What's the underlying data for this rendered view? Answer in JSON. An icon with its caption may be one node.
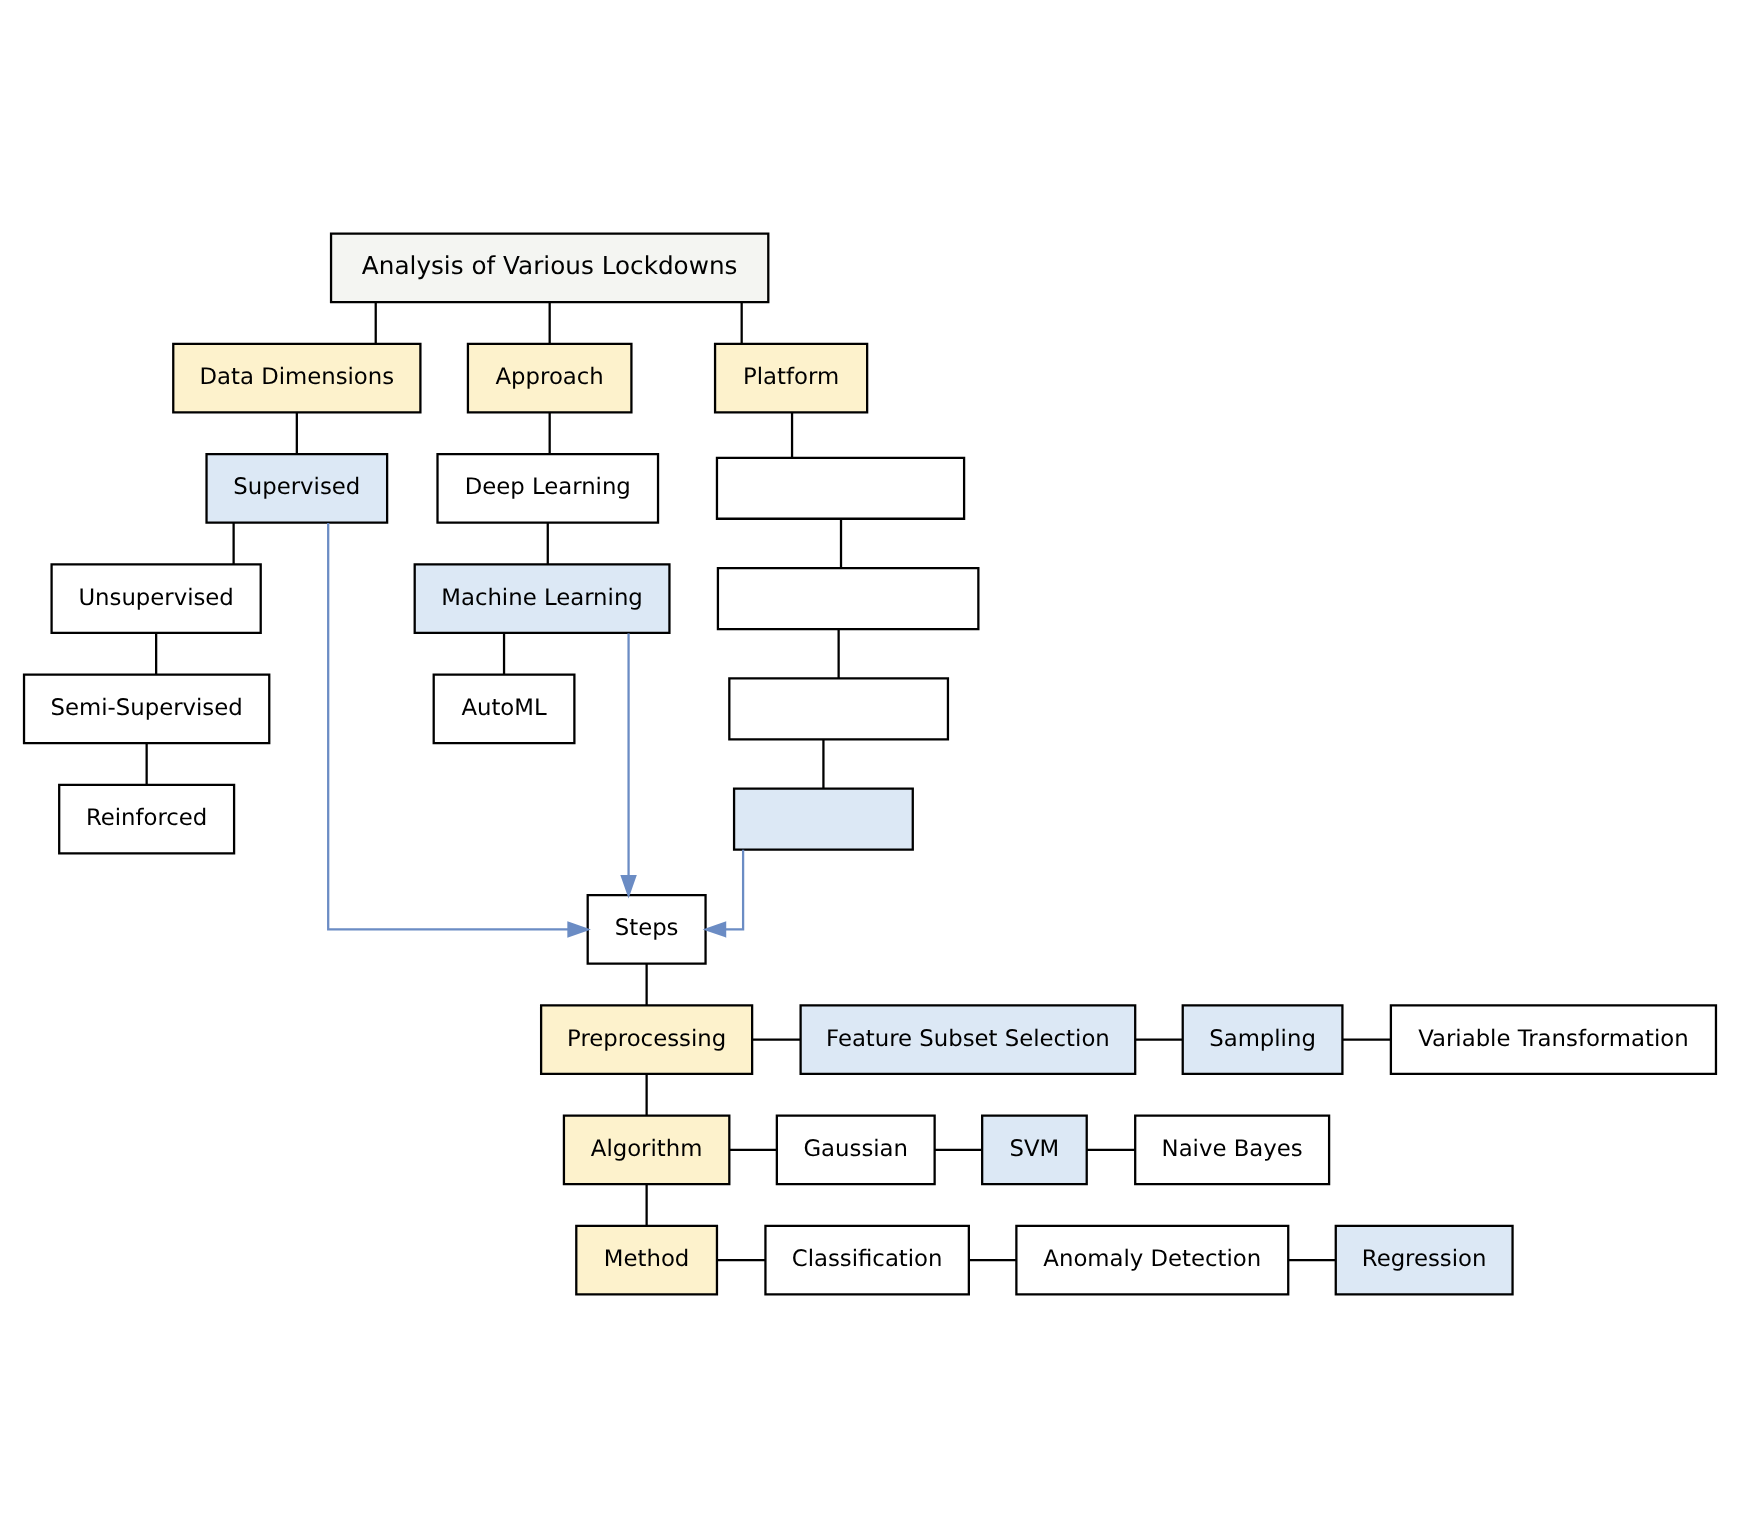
{
  "diagram": {
    "nodes": [
      {
        "text": [
          "Analysis of Various Lockdowns"
        ]
      },
      {
        "text": [
          "Data Dimensions"
        ]
      },
      {
        "text": [
          "Approach"
        ]
      },
      {
        "text": [
          "Platform"
        ]
      },
      {
        "text": [
          "Supervised"
        ]
      },
      {
        "text": [
          "Unsupervised"
        ]
      },
      {
        "text": [
          "Semi-Supervised"
        ]
      },
      {
        "text": [
          "Reinforced"
        ]
      },
      {
        "text": [
          "Deep Learning"
        ]
      },
      {
        "text": [
          "Machine Learning"
        ]
      },
      {
        "text": [
          "AutoML"
        ]
      },
      {
        "text": [],
        "shape": "box"
      },
      {
        "text": [],
        "shape": "box"
      },
      {
        "text": [],
        "shape": "box"
      },
      {
        "text": [],
        "shape": "box"
      },
      {
        "text": [
          "Steps"
        ]
      },
      {
        "text": [
          "Preprocessing"
        ]
      },
      {
        "text": [
          "Feature Subset Selection"
        ]
      },
      {
        "text": [
          "Sampling"
        ]
      },
      {
        "text": [
          "Variable Transformation"
        ]
      },
      {
        "text": [
          "Algorithm"
        ]
      },
      {
        "text": [
          "Gaussian"
        ]
      },
      {
        "text": [
          "SVM"
        ]
      },
      {
        "text": [
          "Naive Bayes"
        ]
      },
      {
        "text": [
          "Method"
        ]
      },
      {
        "text": [
          "Classification"
        ]
      },
      {
        "text": [
          "Anomaly Detection"
        ]
      },
      {
        "text": [
          "Regression"
        ]
      }
    ],
    "edges": [
      {
        "from": 0,
        "to": 1,
        "arrow": "none"
      },
      {
        "from": 0,
        "to": 2,
        "arrow": "none"
      },
      {
        "from": 0,
        "to": 3,
        "arrow": "none"
      },
      {
        "from": 1,
        "to": 4,
        "arrow": "none"
      },
      {
        "from": 4,
        "to": 5,
        "arrow": "none"
      },
      {
        "from": 5,
        "to": 6,
        "arrow": "none"
      },
      {
        "from": 6,
        "to": 7,
        "arrow": "none"
      },
      {
        "from": 2,
        "to": 8,
        "arrow": "none"
      },
      {
        "from": 8,
        "to": 9,
        "arrow": "none"
      },
      {
        "from": 9,
        "to": 10,
        "arrow": "none"
      },
      {
        "from": 3,
        "to": 11,
        "arrow": "none"
      },
      {
        "from": 11,
        "to": 12,
        "arrow": "none"
      },
      {
        "from": 12,
        "to": 13,
        "arrow": "none"
      },
      {
        "from": 13,
        "to": 14,
        "arrow": "none"
      },
      {
        "from": 4,
        "to": 15,
        "arrow": "to",
        "color": "#6b8cc4"
      },
      {
        "from": 9,
        "to": 15,
        "arrow": "to",
        "color": "#6b8cc4"
      },
      {
        "from": 14,
        "to": 15,
        "arrow": "to",
        "color": "#6b8cc4"
      },
      {
        "from": 15,
        "to": 16,
        "arrow": "none"
      },
      {
        "from": 16,
        "to": 20,
        "arrow": "none"
      },
      {
        "from": 20,
        "to": 24,
        "arrow": "none"
      },
      {
        "from": 16,
        "to": 17,
        "arrow": "none"
      },
      {
        "from": 17,
        "to": 18,
        "arrow": "none"
      },
      {
        "from": 18,
        "to": 19,
        "arrow": "none"
      },
      {
        "from": 20,
        "to": 21,
        "arrow": "none"
      },
      {
        "from": 21,
        "to": 22,
        "arrow": "none"
      },
      {
        "from": 22,
        "to": 23,
        "arrow": "none"
      },
      {
        "from": 24,
        "to": 25,
        "arrow": "none"
      },
      {
        "from": 25,
        "to": 26,
        "arrow": "none"
      },
      {
        "from": 26,
        "to": 27,
        "arrow": "none"
      }
    ]
  }
}
